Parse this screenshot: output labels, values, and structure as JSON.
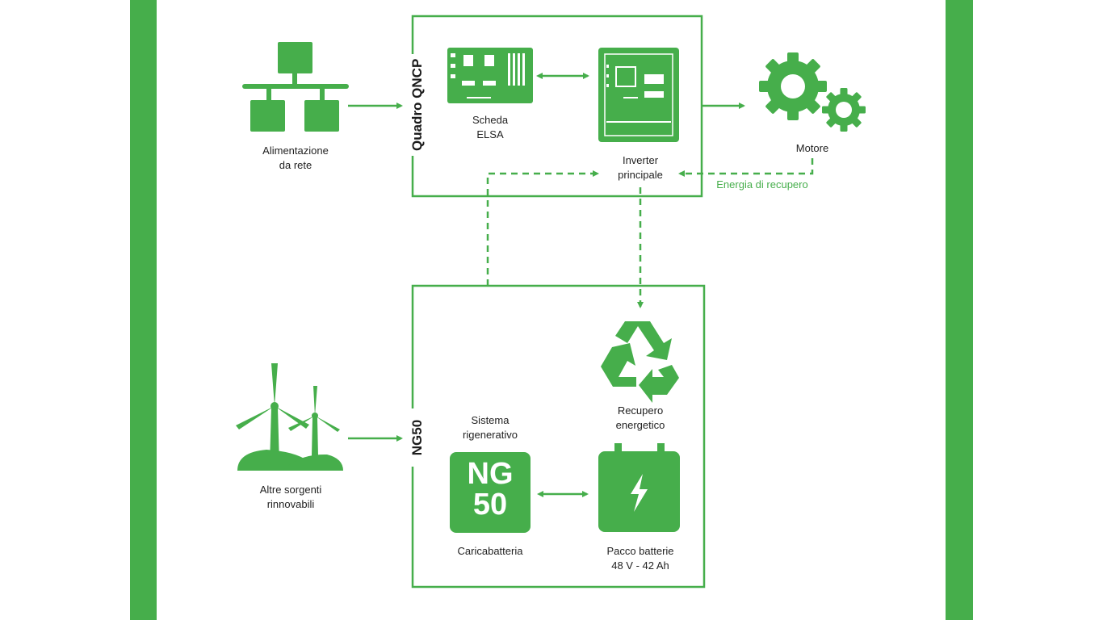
{
  "colors": {
    "accent": "#46ae4b",
    "text": "#222222",
    "background": "#ffffff"
  },
  "boxes": {
    "qncp": {
      "title": "Quadro QNCP"
    },
    "ng50": {
      "title": "NG50"
    }
  },
  "nodes": {
    "mains": {
      "label_line1": "Alimentazione",
      "label_line2": "da rete",
      "icon": "network-icon"
    },
    "elsa": {
      "label_line1": "Scheda",
      "label_line2": "ELSA",
      "icon": "circuit-board-icon"
    },
    "inverter": {
      "label_line1": "Inverter",
      "label_line2": "principale",
      "icon": "inverter-board-icon"
    },
    "motor": {
      "label": "Motore",
      "icon": "gears-icon"
    },
    "renewables": {
      "label_line1": "Altre sorgenti",
      "label_line2": "rinnovabili",
      "icon": "wind-turbine-icon"
    },
    "recovery": {
      "label_line1": "Recupero",
      "label_line2": "energetico",
      "icon": "recycle-icon"
    },
    "regen": {
      "caption_line1": "Sistema",
      "caption_line2": "rigenerativo",
      "badge_line1": "NG",
      "badge_line2": "50",
      "label": "Caricabatteria"
    },
    "battery": {
      "label_line1": "Pacco batterie",
      "label_line2": "48 V - 42 Ah",
      "icon": "battery-icon"
    }
  },
  "annotations": {
    "recovery_energy": "Energia di recupero"
  }
}
